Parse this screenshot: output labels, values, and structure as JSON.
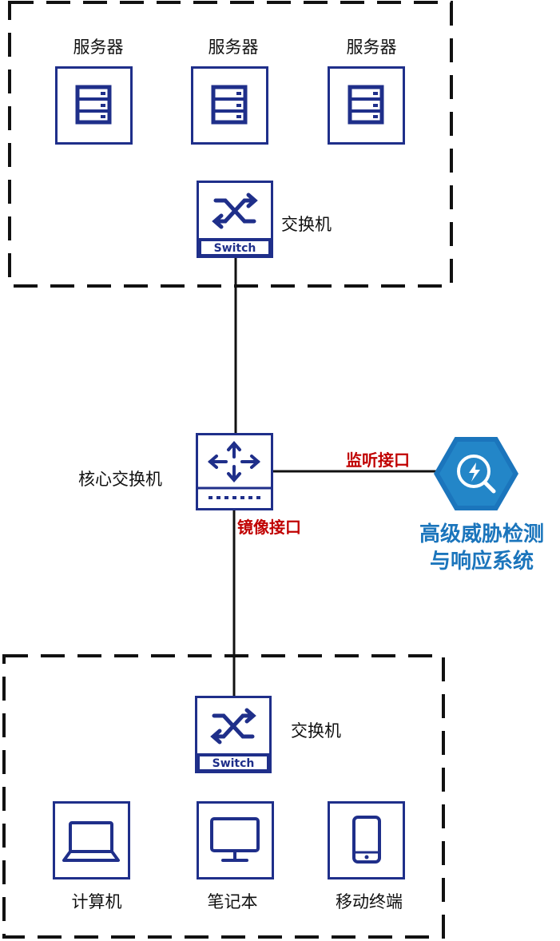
{
  "top_group": {
    "servers": [
      "服务器",
      "服务器",
      "服务器"
    ],
    "switch_label": "交换机",
    "switch_badge": "Switch"
  },
  "core": {
    "label": "核心交换机",
    "monitor_port": "监听接口",
    "mirror_port": "镜像接口"
  },
  "detector": {
    "line1": "高级威胁检测",
    "line2": "与响应系统"
  },
  "bottom_group": {
    "switch_label": "交换机",
    "switch_badge": "Switch",
    "devices": [
      "计算机",
      "笔记本",
      "移动终端"
    ]
  },
  "colors": {
    "icon_navy": "#1f2f8a",
    "port_red": "#c00000",
    "detector_blue": "#1b75bc",
    "detector_light": "#2f9bd7"
  },
  "icons": {
    "server": "server-rack-icon",
    "switch": "switch-cross-arrows-icon",
    "core_switch": "four-way-arrows-icon",
    "detector": "lightning-magnifier-icon",
    "computer": "laptop-icon",
    "notebook": "monitor-icon",
    "mobile": "phone-icon"
  }
}
